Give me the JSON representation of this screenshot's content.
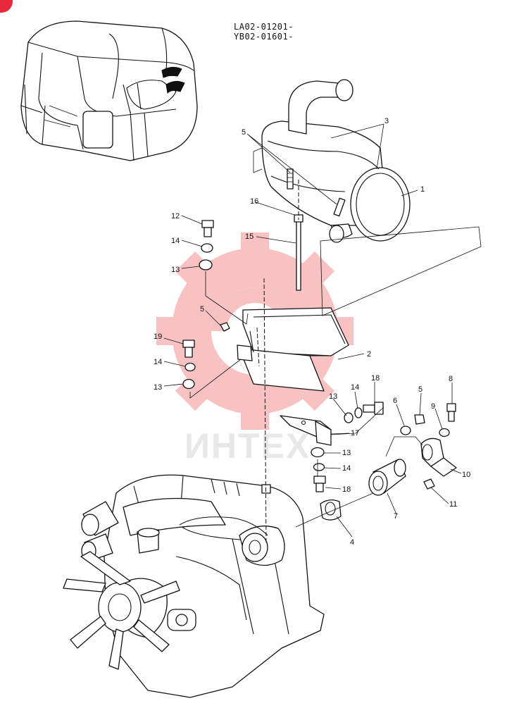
{
  "serials": [
    "LA02-01201-",
    "YB02-01601-"
  ],
  "watermark": "ИНТЕХ",
  "colors": {
    "line": "#111111",
    "watermark_gear": "#f9b8b8",
    "watermark_text": "#e8e8e8",
    "corner_badge": "#e8273a"
  },
  "callouts": {
    "c1": "1",
    "c2": "2",
    "c3": "3",
    "c4": "4",
    "c5a": "5",
    "c5b": "5",
    "c5c": "5",
    "c6": "6",
    "c7": "7",
    "c8": "8",
    "c9": "9",
    "c10": "10",
    "c11": "11",
    "c12": "12",
    "c13a": "13",
    "c13b": "13",
    "c13c": "13",
    "c13d": "13",
    "c14a": "14",
    "c14b": "14",
    "c14c": "14",
    "c14d": "14",
    "c15": "15",
    "c16": "16",
    "c17": "17",
    "c18a": "18",
    "c18b": "18",
    "c19": "19"
  }
}
